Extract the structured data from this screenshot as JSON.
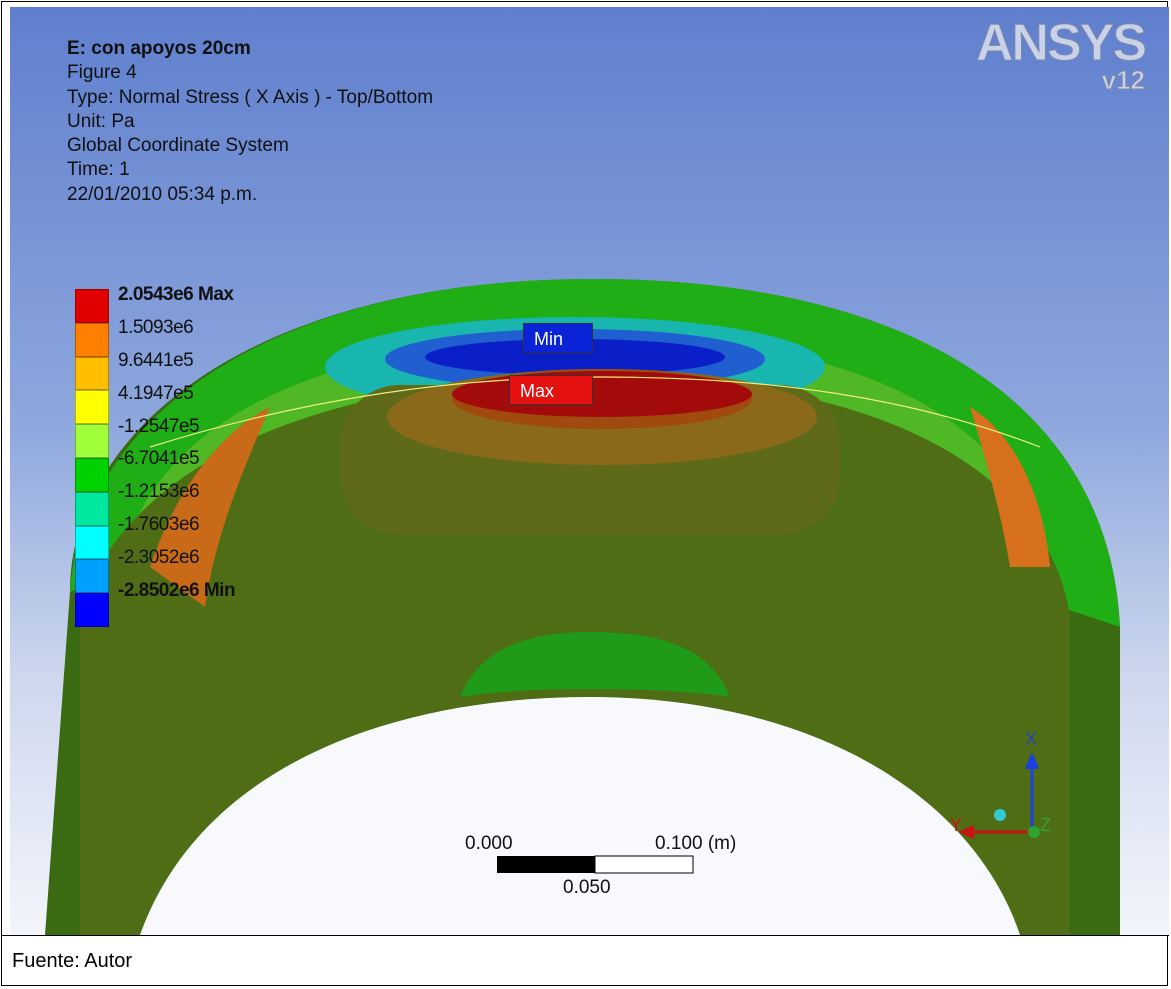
{
  "caption": "Fuente: Autor",
  "info": {
    "title": "E: con apoyos 20cm",
    "figure": "Figure 4",
    "type": "Type: Normal Stress ( X Axis ) - Top/Bottom",
    "unit": "Unit: Pa",
    "coordinate_system": "Global Coordinate System",
    "time": "Time: 1",
    "timestamp": "22/01/2010 05:34 p.m."
  },
  "logo": {
    "brand": "ANSYS",
    "version": "v12"
  },
  "legend": {
    "labels": [
      "2.0543e6 Max",
      "1.5093e6",
      "9.6441e5",
      "4.1947e5",
      "-1.2547e5",
      "-6.7041e5",
      "-1.2153e6",
      "-1.7603e6",
      "-2.3052e6",
      "-2.8502e6 Min"
    ],
    "colors": [
      "#e00000",
      "#ff7f00",
      "#ffbf00",
      "#ffff00",
      "#a0ff3a",
      "#00d200",
      "#00e8a0",
      "#00ffff",
      "#00a0ff",
      "#0000ff"
    ]
  },
  "probes": {
    "min": "Min",
    "max": "Max"
  },
  "scale_bar": {
    "start": "0.000",
    "end": "0.100 (m)",
    "mid": "0.050"
  },
  "triad": {
    "x": "X",
    "y": "Y",
    "z": "Z"
  }
}
